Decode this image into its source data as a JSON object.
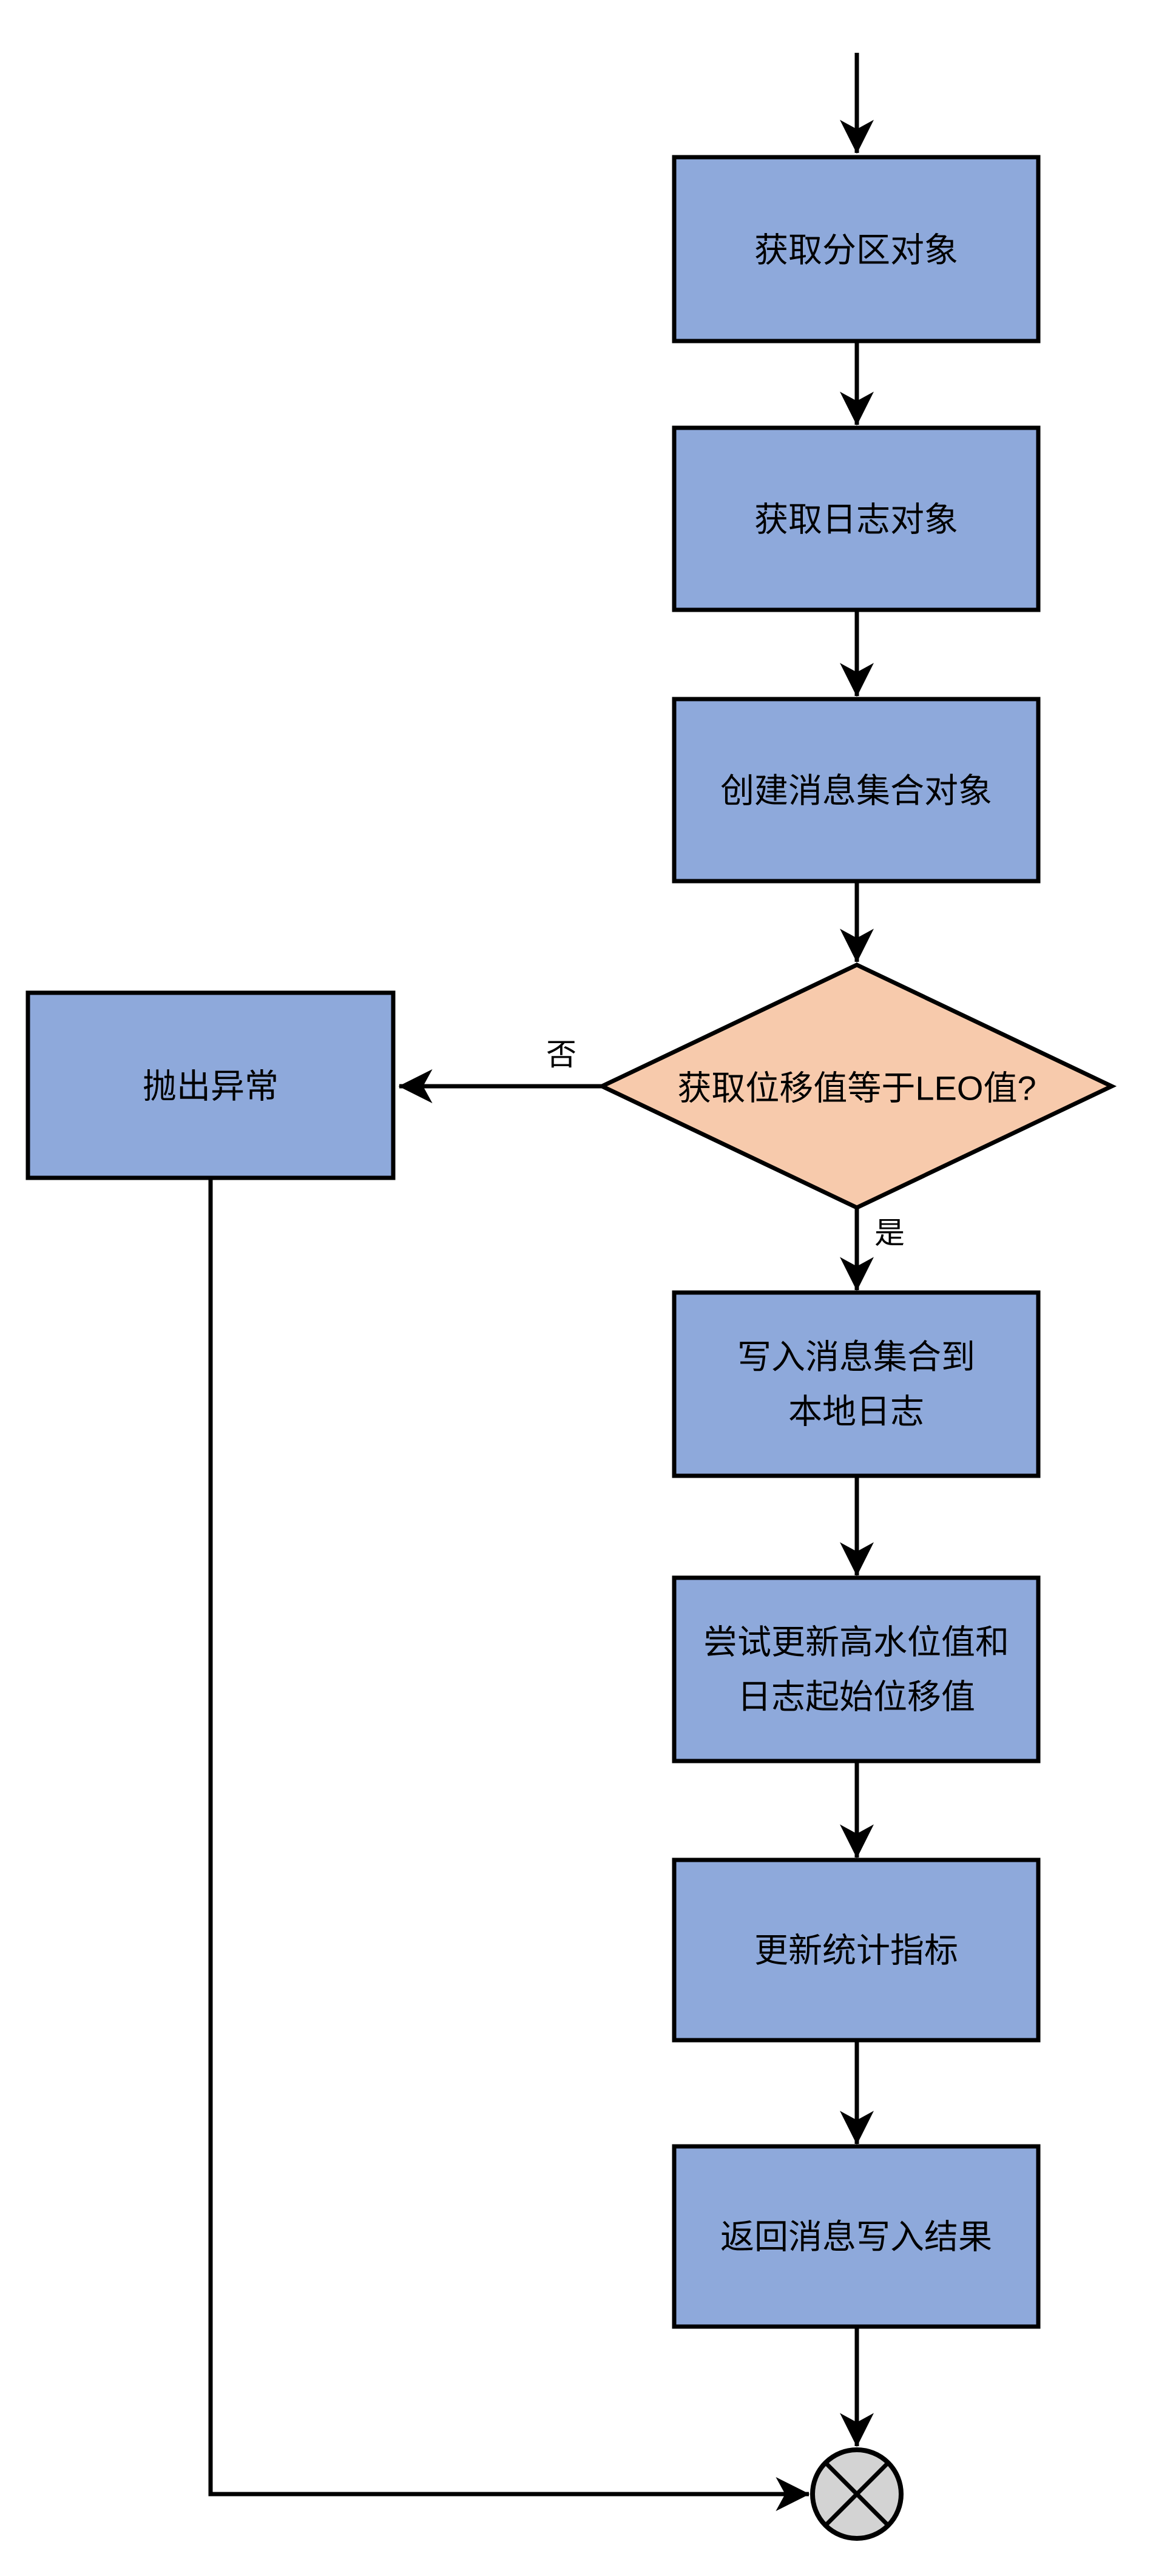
{
  "diagram": {
    "title": "message-append-flowchart",
    "colors": {
      "background": "#FFFFFF",
      "process_fill": "#8EA9DB",
      "decision_fill": "#F7CAAC",
      "terminator_fill": "#D3D3D3",
      "stroke": "#000000"
    },
    "nodes": {
      "get_partition": {
        "label": "获取分区对象"
      },
      "get_log": {
        "label": "获取日志对象"
      },
      "create_message_set": {
        "label": "创建消息集合对象"
      },
      "decision_leo": {
        "label": "获取位移值等于LEO值?"
      },
      "throw_exception": {
        "label": "抛出异常"
      },
      "write_local_log": {
        "lines": [
          "写入消息集合到",
          "本地日志"
        ]
      },
      "update_watermark": {
        "lines": [
          "尝试更新高水位值和",
          "日志起始位移值"
        ]
      },
      "update_stats": {
        "label": "更新统计指标"
      },
      "return_result": {
        "label": "返回消息写入结果"
      }
    },
    "edges": {
      "no_label": "否",
      "yes_label": "是"
    }
  }
}
